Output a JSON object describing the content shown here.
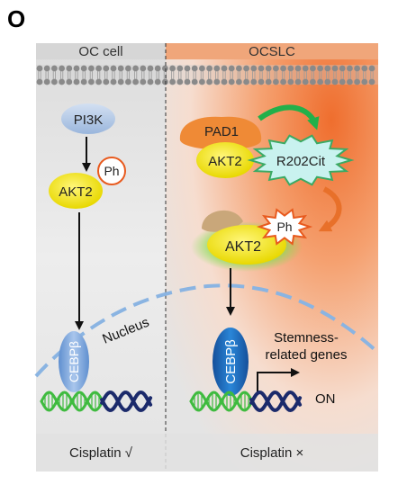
{
  "panel": {
    "letter": "O"
  },
  "left": {
    "header": "OC cell",
    "kinase": "PI3K",
    "akt": "AKT2",
    "phospho": "Ph",
    "tf": "CEBPβ",
    "footer": "Cisplatin √"
  },
  "right": {
    "header": "OCSLC",
    "pad": "PAD1",
    "akt_top": "AKT2",
    "cit": "R202Cit",
    "phospho": "Ph",
    "akt_mid": "AKT2",
    "tf": "CEBPβ",
    "genes_line1": "Stemness-",
    "genes_line2": "related genes",
    "on": "ON",
    "footer": "Cisplatin ×"
  },
  "nucleus_label": "Nucleus",
  "colors": {
    "left_bg": "#e9e9e9",
    "right_bg_hot": "#f07a3c",
    "membrane": "#8a8a8a",
    "pi3k": "#b8cde8",
    "akt": "#f4ea1a",
    "pad": "#ef8a36",
    "cit_burst": "#c9f2ef",
    "cit_stroke": "#3aaa64",
    "ph_stroke": "#e85a1e",
    "cebpb": "#1f6fc2",
    "nucleus": "#8ab4e2",
    "dna_green": "#3fbb3f",
    "dna_navy": "#1b2a6b"
  }
}
